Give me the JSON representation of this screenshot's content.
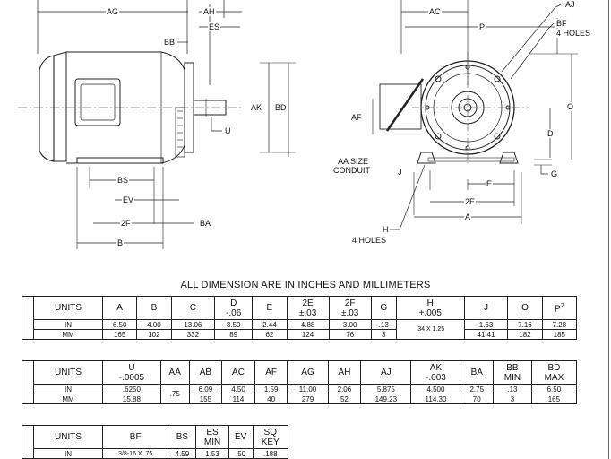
{
  "drawing": {
    "side_labels": {
      "ag": "AG",
      "ah": "AH",
      "es": "ES",
      "bb": "BB",
      "ak": "AK",
      "bd": "BD",
      "u": "U",
      "bs": "BS",
      "ev": "EV",
      "two_f": "2F",
      "ba": "BA",
      "b": "B"
    },
    "end_labels": {
      "aj": "AJ",
      "ac": "AC",
      "p": "P",
      "bf": "BF",
      "bf_holes": "4 HOLES",
      "o": "O",
      "af": "AF",
      "d": "D",
      "aa": "AA SIZE",
      "conduit": "CONDUIT",
      "j": "J",
      "g": "G",
      "e": "E",
      "two_e": "2E",
      "a": "A",
      "h": "H",
      "h_holes": "4 HOLES"
    }
  },
  "caption": "ALL DIMENSION ARE IN INCHES AND MILLIMETERS",
  "table1": {
    "headers": [
      {
        "l1": "UNITS",
        "l2": ""
      },
      {
        "l1": "A",
        "l2": ""
      },
      {
        "l1": "B",
        "l2": ""
      },
      {
        "l1": "C",
        "l2": ""
      },
      {
        "l1": "D",
        "l2": "-.06"
      },
      {
        "l1": "E",
        "l2": ""
      },
      {
        "l1": "2E",
        "l2": "±.03"
      },
      {
        "l1": "2F",
        "l2": "±.03"
      },
      {
        "l1": "G",
        "l2": ""
      },
      {
        "l1": "H",
        "l2": "+.005"
      },
      {
        "l1": "J",
        "l2": ""
      },
      {
        "l1": "O",
        "l2": ""
      },
      {
        "l1": "P",
        "l2": "2"
      }
    ],
    "rows": [
      [
        "IN",
        "6.50",
        "4.00",
        "13.06",
        "3.50",
        "2.44",
        "4.88",
        "3.00",
        ".13",
        ".34 X 1.25",
        "1.63",
        "7.16",
        "7.28"
      ],
      [
        "MM",
        "165",
        "102",
        "332",
        "89",
        "62",
        "124",
        "76",
        "3",
        "",
        "41.41",
        "182",
        "185"
      ]
    ]
  },
  "table2": {
    "headers": [
      {
        "l1": "UNITS",
        "l2": ""
      },
      {
        "l1": "U",
        "l2": "-.0005"
      },
      {
        "l1": "AA",
        "l2": ""
      },
      {
        "l1": "AB",
        "l2": ""
      },
      {
        "l1": "AC",
        "l2": ""
      },
      {
        "l1": "AF",
        "l2": ""
      },
      {
        "l1": "AG",
        "l2": ""
      },
      {
        "l1": "AH",
        "l2": ""
      },
      {
        "l1": "AJ",
        "l2": ""
      },
      {
        "l1": "AK",
        "l2": "-.003"
      },
      {
        "l1": "BA",
        "l2": ""
      },
      {
        "l1": "BB",
        "l2": "MIN"
      },
      {
        "l1": "BD",
        "l2": "MAX"
      }
    ],
    "rows": [
      [
        "IN",
        ".6250",
        ".75",
        "6.09",
        "4.50",
        "1.59",
        "11.00",
        "2.06",
        "5.875",
        "4.500",
        "2.75",
        ".13",
        "6.50"
      ],
      [
        "MM",
        "15.88",
        "",
        "155",
        "114",
        "40",
        "279",
        "52",
        "149.23",
        "114.30",
        "70",
        "3",
        "165"
      ]
    ]
  },
  "table3": {
    "headers": [
      {
        "l1": "UNITS",
        "l2": ""
      },
      {
        "l1": "BF",
        "l2": ""
      },
      {
        "l1": "BS",
        "l2": ""
      },
      {
        "l1": "ES",
        "l2": "MIN"
      },
      {
        "l1": "EV",
        "l2": ""
      },
      {
        "l1": "SQ",
        "l2": "KEY"
      }
    ],
    "rows": [
      [
        "IN",
        "3/8-16 X .75",
        "4.59",
        "1.53",
        ".50",
        ".188"
      ]
    ]
  }
}
